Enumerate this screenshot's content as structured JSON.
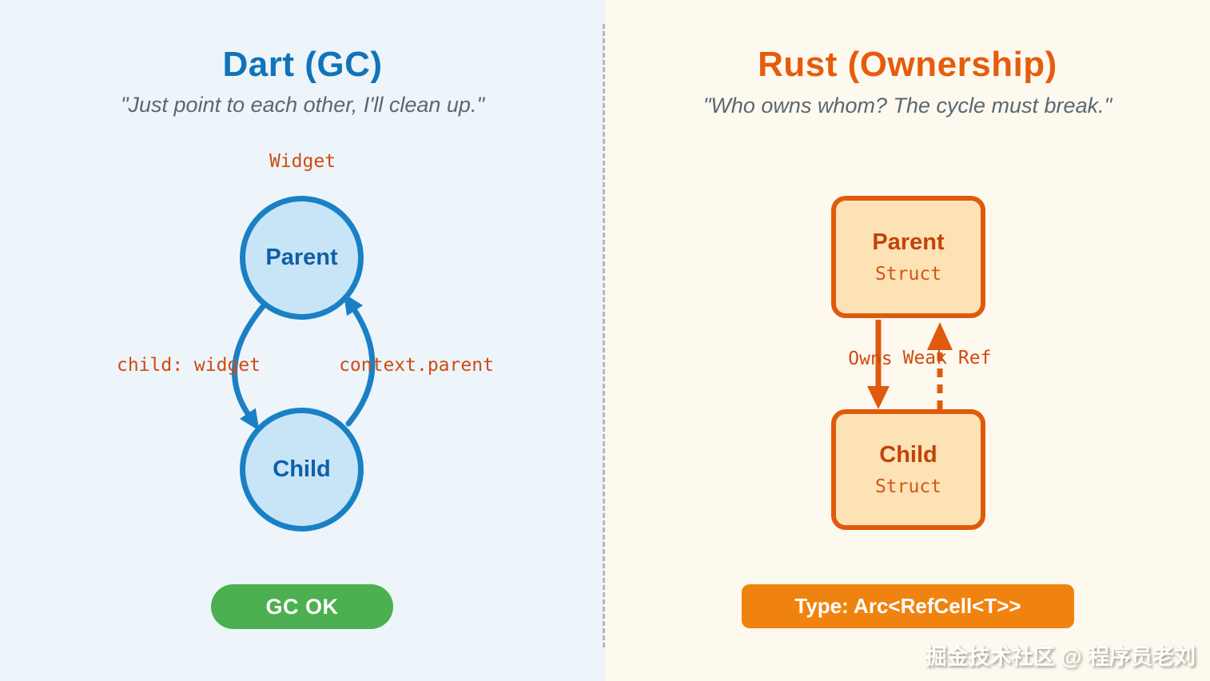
{
  "page": {
    "watermark": "掘金技术社区 @ 程序员老刘"
  },
  "dart": {
    "title": "Dart (GC)",
    "subtitle": "\"Just point to each other, I'll clean up.\"",
    "widget_label": "Widget",
    "parent_node": "Parent",
    "child_node": "Child",
    "edge_down_label": "child: widget",
    "edge_up_label": "context.parent",
    "badge": "GC OK"
  },
  "rust": {
    "title": "Rust (Ownership)",
    "subtitle": "\"Who owns whom? The cycle must break.\"",
    "parent_node": {
      "name": "Parent",
      "kind": "Struct"
    },
    "child_node": {
      "name": "Child",
      "kind": "Struct"
    },
    "owns_label": "Owns",
    "weak_label": "Weak Ref",
    "badge": "Type: Arc<RefCell<T>>"
  },
  "colors": {
    "dart_accent": "#1173b9",
    "dart_node_fill": "#c8e5f7",
    "dart_node_border": "#1a80c6",
    "dart_node_text": "#0f5fa8",
    "code_label": "#d14a12",
    "rust_accent": "#e65c0d",
    "rust_node_fill": "#fde2b5",
    "rust_node_border": "#e05a0d",
    "rust_node_text": "#c4420c",
    "rust_kind_text": "#d4551a",
    "gc_badge_bg": "#4caf50",
    "type_badge_bg": "#f0830f",
    "left_bg": "#edf5fa",
    "right_bg": "#fdf9ee"
  }
}
